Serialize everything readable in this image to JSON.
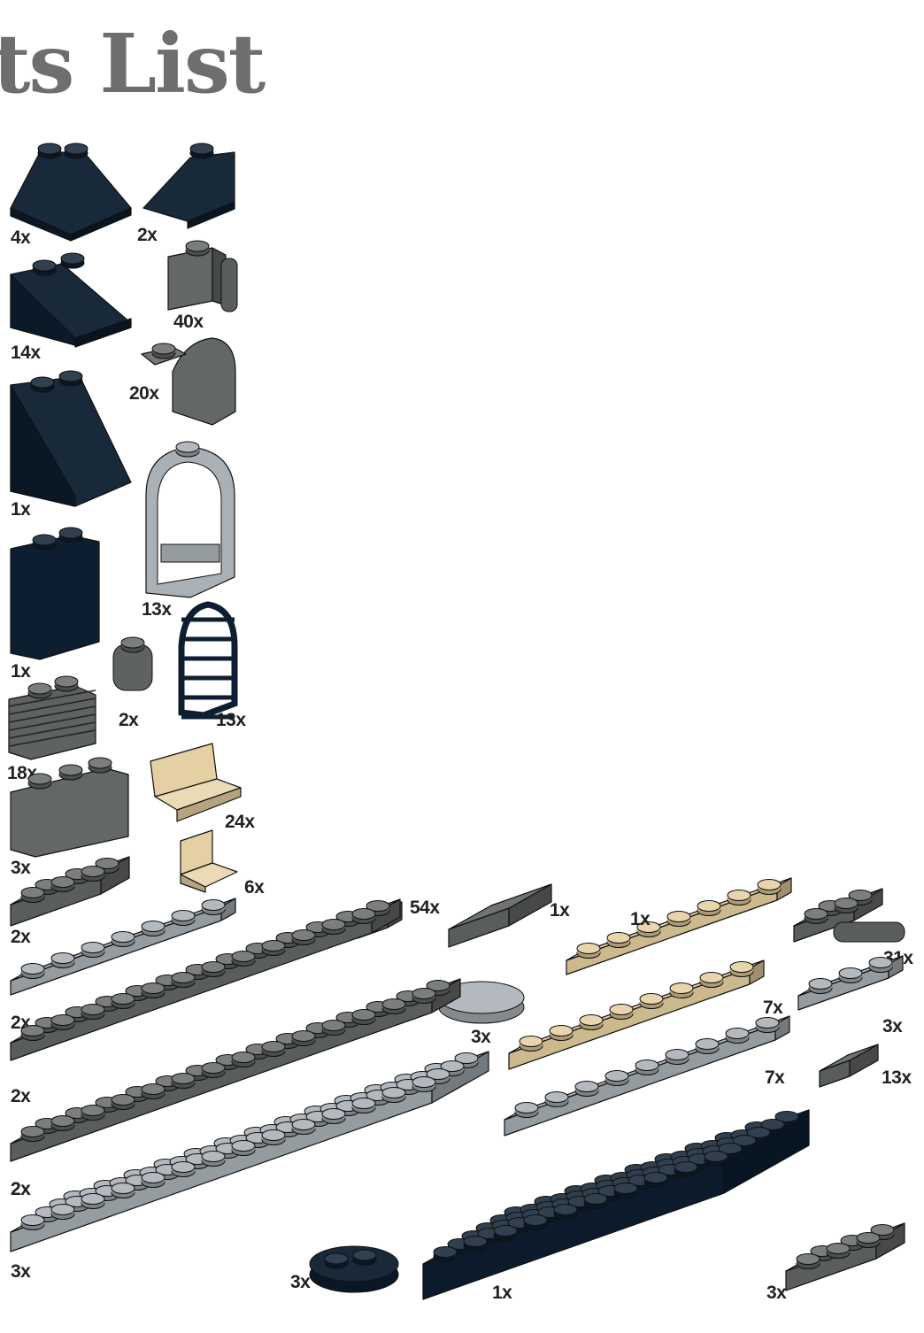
{
  "title": "ts List",
  "colors": {
    "dark_blue": "#0c1e30",
    "dark_gray": "#646864",
    "light_gray": "#a6adb2",
    "tan": "#e4cd9e",
    "title_gray": "#6e6e6e"
  },
  "parts": [
    {
      "id": "slope-2x2-double",
      "qty": "4x",
      "color": "dark_blue"
    },
    {
      "id": "slope-1x2",
      "qty": "2x",
      "color": "dark_blue"
    },
    {
      "id": "brick-1x1-clip",
      "qty": "40x",
      "color": "dark_gray"
    },
    {
      "id": "slope-2x2",
      "qty": "14x",
      "color": "dark_blue"
    },
    {
      "id": "brick-curved-1x2",
      "qty": "20x",
      "color": "dark_gray"
    },
    {
      "id": "slope-2x2x2",
      "qty": "1x",
      "color": "dark_blue"
    },
    {
      "id": "window-arch-frame",
      "qty": "13x",
      "color": "light_gray"
    },
    {
      "id": "brick-1x2x2",
      "qty": "1x",
      "color": "dark_blue"
    },
    {
      "id": "round-brick-1x1",
      "qty": "2x",
      "color": "dark_gray"
    },
    {
      "id": "window-lattice",
      "qty": "13x",
      "color": "dark_blue"
    },
    {
      "id": "brick-profile-1x2",
      "qty": "18x",
      "color": "dark_gray"
    },
    {
      "id": "bracket-1x2",
      "qty": "24x",
      "color": "tan"
    },
    {
      "id": "brick-1x3",
      "qty": "3x",
      "color": "dark_gray"
    },
    {
      "id": "bracket-1x1",
      "qty": "6x",
      "color": "tan"
    },
    {
      "id": "plate-2x3",
      "qty": "2x",
      "color": "dark_gray"
    },
    {
      "id": "plate-1x1",
      "qty": "54x",
      "color": "dark_gray"
    },
    {
      "id": "tile-2x2",
      "qty": "1x",
      "color": "dark_gray"
    },
    {
      "id": "plate-1x8",
      "qty": "1x",
      "color": "tan"
    },
    {
      "id": "plate-1x2-clips",
      "qty": "31x",
      "color": "dark_gray"
    },
    {
      "id": "plate-1x6",
      "qty": "2x",
      "color": "light_gray"
    },
    {
      "id": "plate-2x10",
      "qty": "2x",
      "color": "dark_gray"
    },
    {
      "id": "tile-round-2x2",
      "qty": "3x",
      "color": "light_gray"
    },
    {
      "id": "plate-1x8-b",
      "qty": "7x",
      "color": "tan"
    },
    {
      "id": "plate-1x2-rail",
      "qty": "3x",
      "color": "light_gray"
    },
    {
      "id": "plate-2x12",
      "qty": "2x",
      "color": "dark_gray"
    },
    {
      "id": "plate-1x8-rail",
      "qty": "7x",
      "color": "light_gray"
    },
    {
      "id": "tile-1x1",
      "qty": "13x",
      "color": "dark_gray"
    },
    {
      "id": "plate-2x12-b",
      "qty": "2x",
      "color": "dark_gray"
    },
    {
      "id": "plate-4x12",
      "qty": "3x",
      "color": "light_gray"
    },
    {
      "id": "plate-round-2x2",
      "qty": "3x",
      "color": "dark_blue"
    },
    {
      "id": "plate-6x10",
      "qty": "1x",
      "color": "dark_blue"
    },
    {
      "id": "plate-2x2-corner",
      "qty": "3x",
      "color": "dark_gray"
    }
  ]
}
